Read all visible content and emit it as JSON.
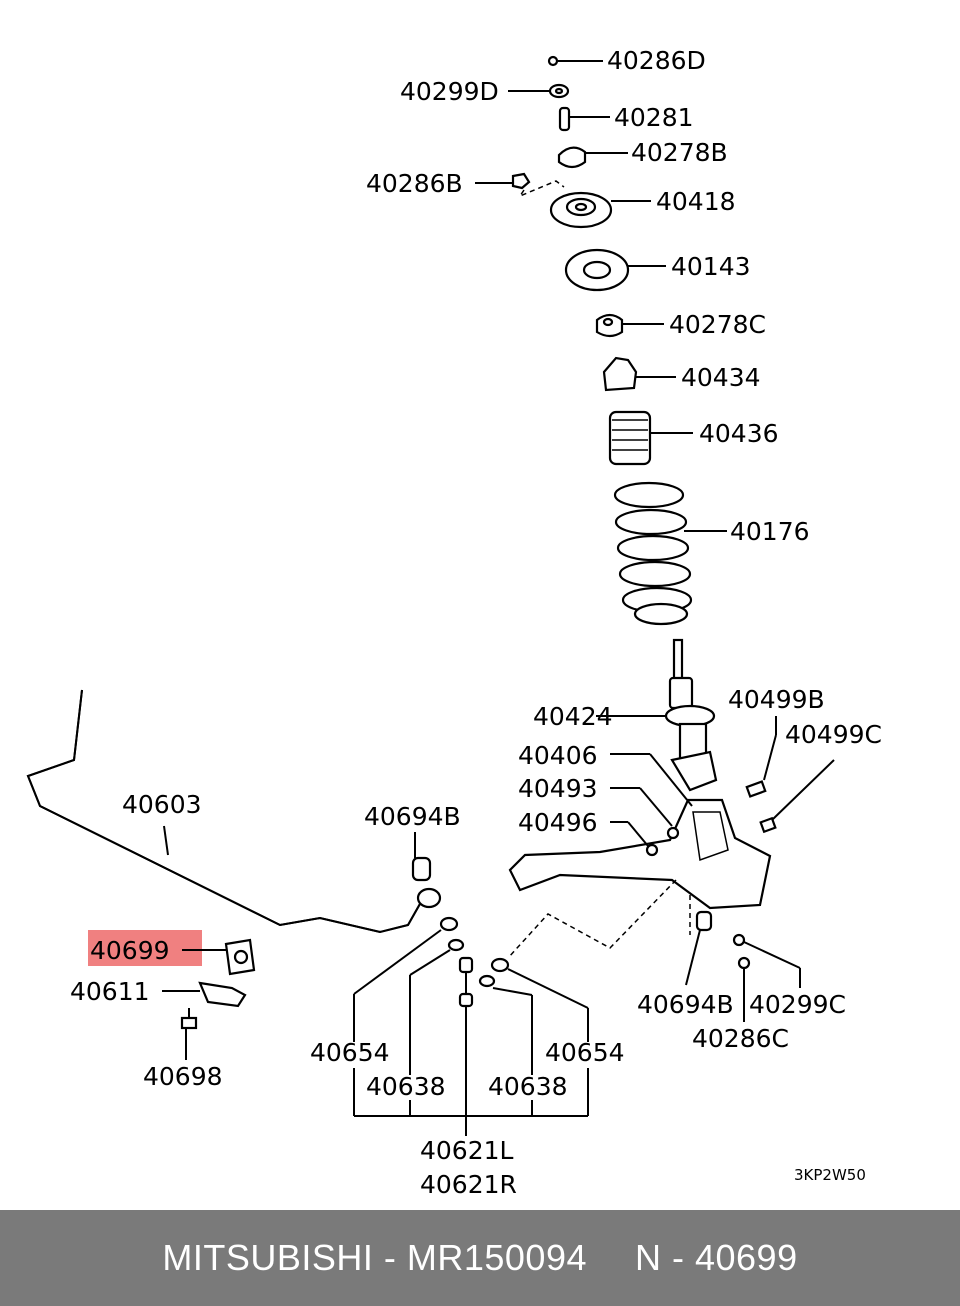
{
  "labels": {
    "p40286D": "40286D",
    "p40299D": "40299D",
    "p40281": "40281",
    "p40278B": "40278B",
    "p40286B": "40286B",
    "p40418": "40418",
    "p40143": "40143",
    "p40278C": "40278C",
    "p40434": "40434",
    "p40436": "40436",
    "p40176": "40176",
    "p40424": "40424",
    "p40499B": "40499B",
    "p40499C": "40499C",
    "p40406": "40406",
    "p40493": "40493",
    "p40496": "40496",
    "p40603": "40603",
    "p40694B_top": "40694B",
    "p40699": "40699",
    "p40611": "40611",
    "p40698": "40698",
    "p40654_left": "40654",
    "p40638_left": "40638",
    "p40638_right": "40638",
    "p40654_right": "40654",
    "p40621L": "40621L",
    "p40621R": "40621R",
    "p40694B_bottom": "40694B",
    "p40299C": "40299C",
    "p40286C": "40286C"
  },
  "diagram_code": "3KP2W50",
  "highlight_color": "#f08080",
  "footer": {
    "brand_part": "MITSUBISHI - MR150094",
    "ref": "N - 40699"
  }
}
